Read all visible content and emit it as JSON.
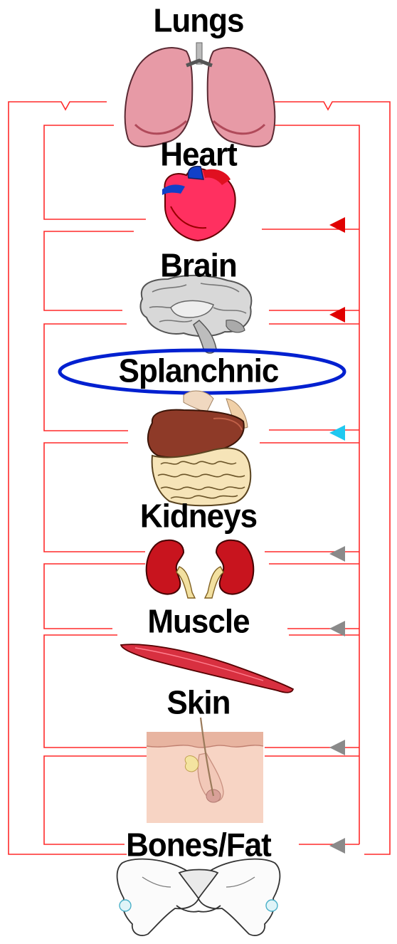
{
  "organs": {
    "lungs": "Lungs",
    "heart": "Heart",
    "brain": "Brain",
    "splanchnic": "Splanchnic",
    "kidneys": "Kidneys",
    "muscle": "Muscle",
    "skin": "Skin",
    "bones_fat": "Bones/Fat"
  },
  "colors": {
    "vessel": "#ff2a2a",
    "arrow_red": "#e00000",
    "arrow_cyan": "#20c8f0",
    "arrow_gray": "#8a8a8a",
    "highlight_ellipse": "#0020d0"
  },
  "icons": [
    "lungs-icon",
    "heart-icon",
    "brain-icon",
    "liver-intestines-icon",
    "kidneys-icon",
    "muscle-icon",
    "skin-icon",
    "pelvis-icon"
  ],
  "highlighted_organ": "Splanchnic"
}
